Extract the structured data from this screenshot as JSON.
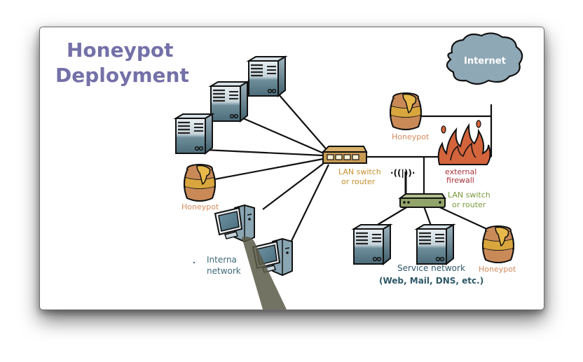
{
  "title": {
    "line1": "Honeypot",
    "line2": "Deployment",
    "color": "#7470a8"
  },
  "nodes": {
    "internet": {
      "label": "Internet",
      "fill": "#8fa8b6"
    },
    "external_firewall": {
      "label_line1": "external",
      "label_line2": "firewall",
      "label_color": "#a8323a",
      "flame_color": "#d4643c"
    },
    "honeypot_dmz": {
      "label": "Honeypot"
    },
    "honeypot_internal": {
      "label": "Honeypot"
    },
    "honeypot_service": {
      "label": "Honeypot"
    },
    "honeypot_label_color": "#d48a5c",
    "lan_switch_internal": {
      "label_line1": "LAN switch",
      "label_line2": "or router",
      "label_color": "#c8902c",
      "fill": "#c79a52"
    },
    "lan_router_service": {
      "label_line1": "LAN switch",
      "label_line2": "or router",
      "label_color": "#7a9a3c",
      "fill": "#93a46a"
    },
    "wifi_signal": {
      "glyph": "·((|))·"
    },
    "internal_network": {
      "label_line1": "Interna",
      "label_line2": "network",
      "label_color": "#3c6878"
    },
    "service_network": {
      "label_line1": "Service network",
      "label_line2": "(Web, Mail, DNS, etc.)",
      "label_color": "#2f5868"
    }
  },
  "colors": {
    "server_body": "#5d7f8e",
    "server_light": "#dfe7eb",
    "line": "#111111",
    "honey": "#d9a63e",
    "pot": "#c98a58"
  }
}
